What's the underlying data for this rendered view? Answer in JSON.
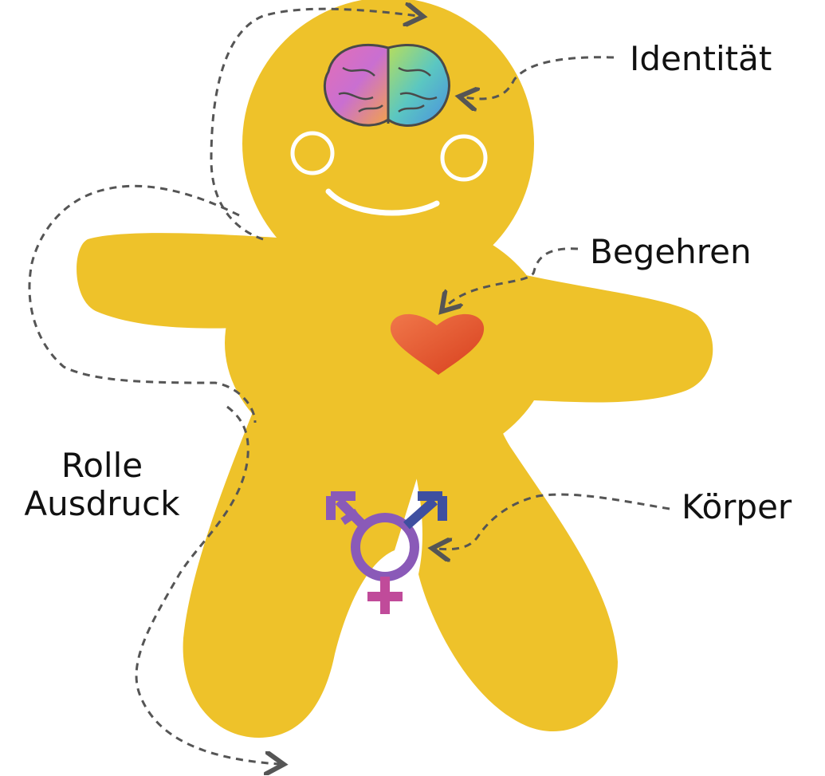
{
  "labels": {
    "identity": "Identität",
    "desire": "Begehren",
    "body": "Körper",
    "role": "Rolle",
    "expression": "Ausdruck"
  },
  "colors": {
    "figure": "#EEC22A",
    "heart": "#E2522A",
    "symbol_purple": "#8A5AB8",
    "symbol_blue": "#3E4FA0",
    "symbol_pink": "#C04B9A",
    "arrows": "#555555"
  },
  "icons": {
    "head": "brain-icon",
    "chest": "heart-icon",
    "pelvis": "transgender-symbol-icon"
  }
}
